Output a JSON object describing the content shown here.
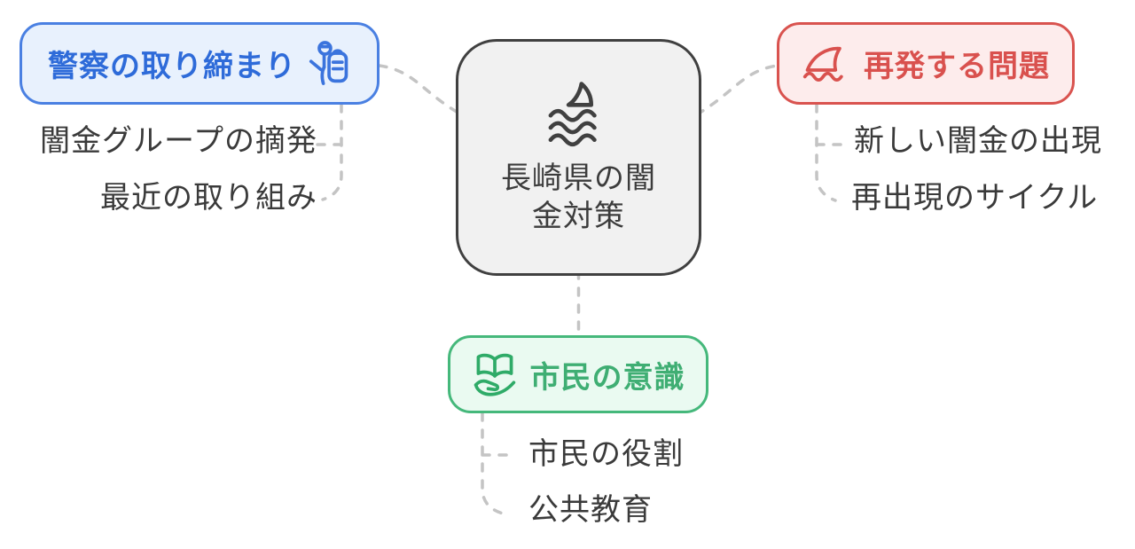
{
  "center": {
    "lines": [
      "長崎県の闇",
      "金対策"
    ],
    "full_label": "長崎県の闇金対策",
    "icon": "shark-fin-over-waves"
  },
  "branches": [
    {
      "id": "police",
      "label": "警察の取り締まり",
      "icon": "patrol-officer",
      "children": [
        "闇金グループの摘発",
        "最近の取り組み"
      ]
    },
    {
      "id": "recurring",
      "label": "再発する問題",
      "icon": "shark-fin",
      "children": [
        "新しい闇金の出現",
        "再出現のサイクル"
      ]
    },
    {
      "id": "citizen",
      "label": "市民の意識",
      "icon": "hand-holding-open-book",
      "children": [
        "市民の役割",
        "公共教育"
      ]
    }
  ],
  "colors": {
    "blue_border": "#4a80e2",
    "blue_text": "#2e6bd9",
    "blue_bg": "#e8f1fd",
    "red_border": "#d9534f",
    "red_text": "#d9514e",
    "red_bg": "#fdecec",
    "green_border": "#45b87b",
    "green_text": "#3fae73",
    "green_bg": "#eafaf1",
    "center_border": "#404040",
    "center_bg": "#f1f1f1",
    "center_text": "#3c3c3c",
    "connector": "#c4c4c4",
    "child_text": "#3a3a3a",
    "background": "#ffffff"
  }
}
